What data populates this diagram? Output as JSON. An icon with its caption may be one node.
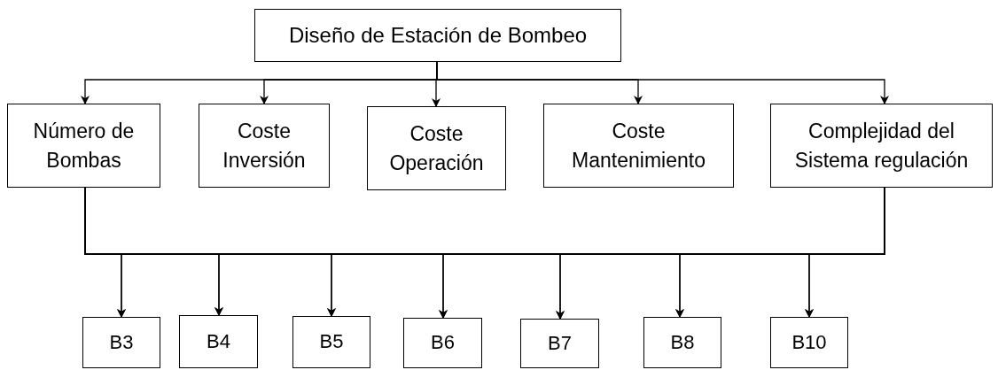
{
  "diagram": {
    "nodes": [
      {
        "text": [
          "Diseño de Estación de Bombeo"
        ]
      },
      {
        "text": [
          "Número de Bombas"
        ]
      },
      {
        "text": [
          "Coste Inversión"
        ]
      },
      {
        "text": [
          "Coste Operación"
        ]
      },
      {
        "text": [
          "Coste Mantenimiento"
        ]
      },
      {
        "text": [
          "Complejidad del Sistema regulación"
        ]
      },
      {
        "text": [
          "B3"
        ]
      },
      {
        "text": [
          "B4"
        ]
      },
      {
        "text": [
          "B5"
        ]
      },
      {
        "text": [
          "B6"
        ]
      },
      {
        "text": [
          "B7"
        ]
      },
      {
        "text": [
          "B8"
        ]
      },
      {
        "text": [
          "B10"
        ]
      }
    ],
    "edges": [
      {
        "from": 0,
        "to": 1,
        "arrow": "to"
      },
      {
        "from": 0,
        "to": 2,
        "arrow": "to"
      },
      {
        "from": 0,
        "to": 3,
        "arrow": "to"
      },
      {
        "from": 0,
        "to": 4,
        "arrow": "to"
      },
      {
        "from": 0,
        "to": 5,
        "arrow": "to"
      },
      {
        "from": 1,
        "to": 6,
        "arrow": "to"
      },
      {
        "from": 1,
        "to": 7,
        "arrow": "to"
      },
      {
        "from": 1,
        "to": 8,
        "arrow": "to"
      },
      {
        "from": 1,
        "to": 9,
        "arrow": "to"
      },
      {
        "from": 1,
        "to": 10,
        "arrow": "to"
      },
      {
        "from": 1,
        "to": 11,
        "arrow": "to"
      },
      {
        "from": 1,
        "to": 12,
        "arrow": "to"
      },
      {
        "from": 5,
        "to": 6,
        "arrow": "to"
      },
      {
        "from": 5,
        "to": 7,
        "arrow": "to"
      },
      {
        "from": 5,
        "to": 8,
        "arrow": "to"
      },
      {
        "from": 5,
        "to": 9,
        "arrow": "to"
      },
      {
        "from": 5,
        "to": 10,
        "arrow": "to"
      },
      {
        "from": 5,
        "to": 11,
        "arrow": "to"
      },
      {
        "from": 5,
        "to": 12,
        "arrow": "to"
      }
    ]
  }
}
